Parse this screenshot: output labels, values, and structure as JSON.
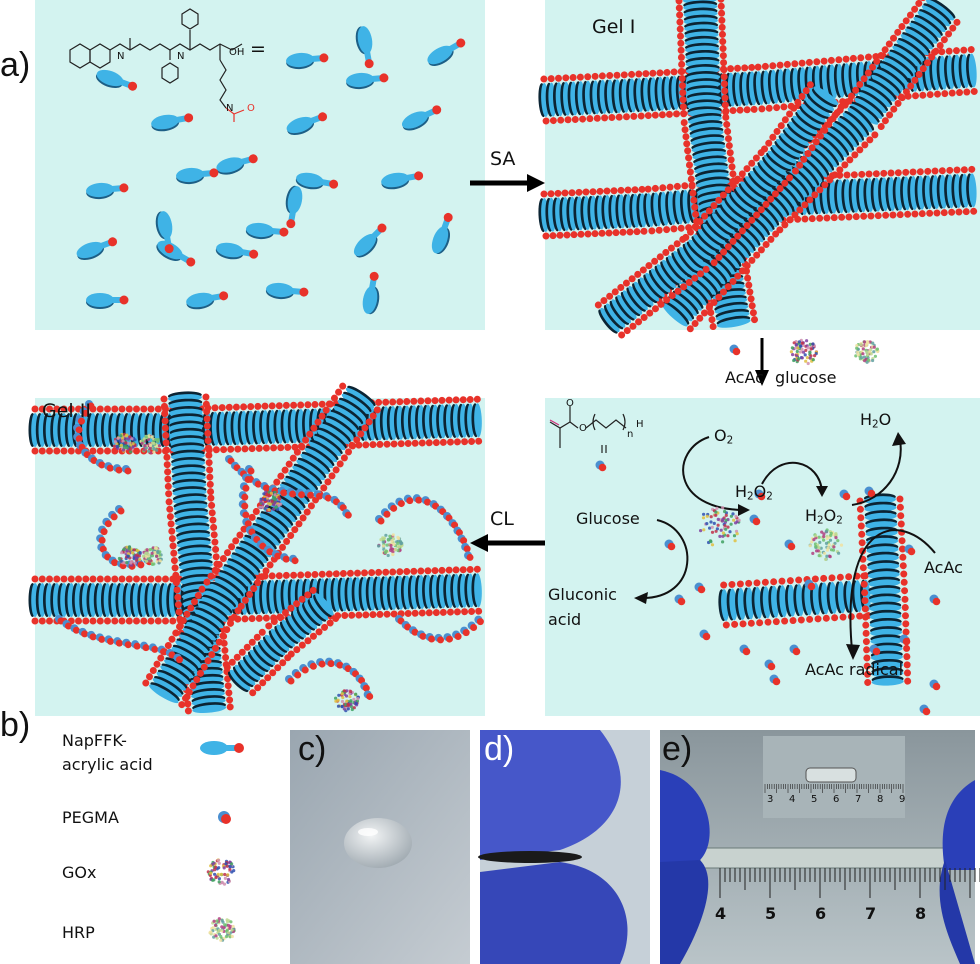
{
  "panel_labels": {
    "a": "a)",
    "b": "b)",
    "c": "c)",
    "d": "d)",
    "e": "e)"
  },
  "gels": {
    "gel1": "Gel I",
    "gel2": "Gel II"
  },
  "arrows": {
    "sa": "SA",
    "cl": "CL",
    "acac": "AcAc",
    "glucose": "glucose"
  },
  "molecule": {
    "oh": "OH",
    "equals": "=",
    "nh1": "N",
    "nh2": "N",
    "nh3": "N",
    "o": "O"
  },
  "pegma_structure": {
    "o1": "O",
    "o2": "O",
    "n": "n",
    "h": "H"
  },
  "reaction": {
    "o2": "O",
    "o2_sub": "2",
    "h2o_h": "H",
    "h2o_sub": "2",
    "h2o_o": "O",
    "h2o2_a_h": "H",
    "h2o2_a_sub1": "2",
    "h2o2_a_o": "O",
    "h2o2_a_sub2": "2",
    "h2o2_b_h": "H",
    "h2o2_b_sub1": "2",
    "h2o2_b_o": "O",
    "h2o2_b_sub2": "2",
    "glucose": "Glucose",
    "gluconic_1": "Gluconic",
    "gluconic_2": "acid",
    "acac": "AcAc",
    "acac_radical": "AcAc radical"
  },
  "legend": [
    {
      "label_1": "NapFFK-",
      "label_2": "acrylic acid",
      "icon": "napffk-molecule-icon"
    },
    {
      "label_1": "PEGMA",
      "icon": "pegma-dot-icon"
    },
    {
      "label_1": "GOx",
      "icon": "gox-protein-icon"
    },
    {
      "label_1": "HRP",
      "icon": "hrp-protein-icon"
    }
  ],
  "rulers": {
    "inset": [
      "3",
      "4",
      "5",
      "6",
      "7",
      "8",
      "9"
    ],
    "main": [
      "4",
      "5",
      "6",
      "7",
      "8"
    ]
  },
  "colors": {
    "panel_bg": "#d3f3f0",
    "fiber": "#3fb3e6",
    "tip": "#e8322a",
    "glove": "#2a3fb8"
  }
}
